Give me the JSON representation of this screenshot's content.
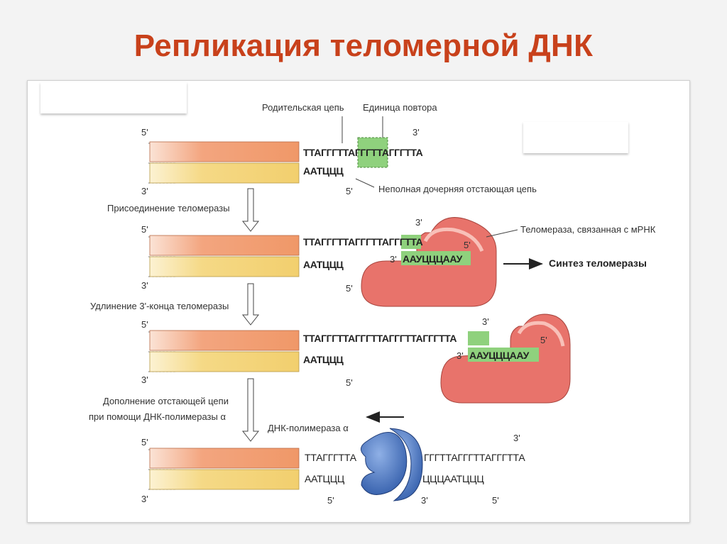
{
  "title": "Репликация теломерной ДНК",
  "labels": {
    "parent_strand": "Родительская цепь",
    "repeat_unit": "Единица повтора",
    "incomplete_daughter": "Неполная дочерняя отстающая цепь",
    "telomerase_with_rna": "Теломераза, связанная с мРНК",
    "telomerase_synthesis": "Синтез теломеразы",
    "dna_polymerase": "ДНК-полимераза α"
  },
  "steps": {
    "step1": "Присоединение теломеразы",
    "step2": "Удлинение 3'-конца теломеразы",
    "step3_line1": "Дополнение отстающей цепи",
    "step3_line2": "при помощи ДНК-полимеразы α"
  },
  "ends": {
    "five": "5'",
    "three": "3'"
  },
  "sequences": {
    "row1_top": "ТТАГГГТТАГГГТТАГГГТТА",
    "row1_bottom": "ААТЦЦЦ",
    "row2_top": "ТТАГГГТТАГГГТТАГГГТТА",
    "row2_bottom": "ААТЦЦЦ",
    "row2_rna": "ААУЦЦЦААУ",
    "row3_top": "ТТАГГГТТАГГГТТАГГГТТАГГГТТА",
    "row3_bottom": "ААТЦЦЦ",
    "row3_rna": "ААУЦЦЦААУ",
    "row4_top_left": "ТТАГГГТТА",
    "row4_bottom_left": "ААТЦЦЦ",
    "row4_top_right": "ГГГТТАГГГТТАГГГТТА",
    "row4_bottom_right": "ЦЦЦААТЦЦЦ"
  },
  "colors": {
    "title": "#c8411b",
    "top_strand": "#f3a57f",
    "bottom_strand": "#f5d986",
    "repeat_highlight": "#8fd17d",
    "telomerase": "#e8736b",
    "polymerase": "#4a78c6"
  }
}
